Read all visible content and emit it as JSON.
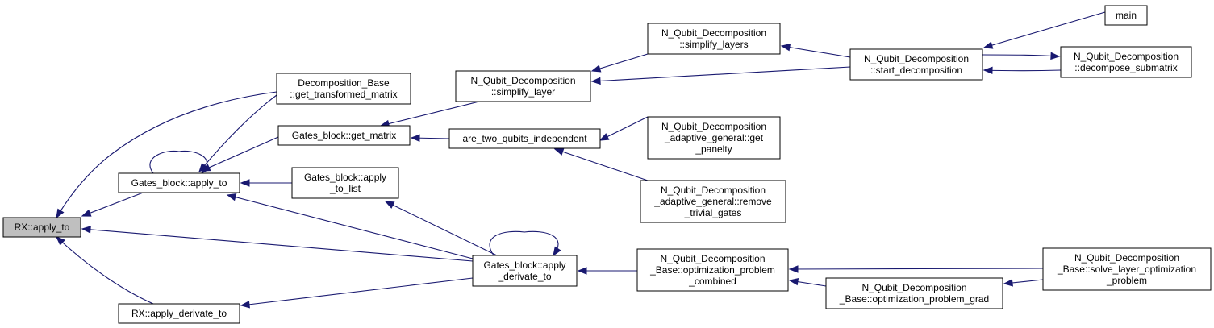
{
  "colors": {
    "edge": "#191970",
    "node_fill": "#ffffff",
    "node_border": "#000000",
    "focus_fill": "#bfbfbf"
  },
  "nodes": {
    "rx_apply_to": {
      "lines": [
        "RX::apply_to"
      ],
      "focus": true
    },
    "gates_block_apply_to": {
      "lines": [
        "Gates_block::apply_to"
      ]
    },
    "rx_apply_derivate_to": {
      "lines": [
        "RX::apply_derivate_to"
      ]
    },
    "decomposition_base_get_transformed_matrix": {
      "lines": [
        "Decomposition_Base",
        "::get_transformed_matrix"
      ]
    },
    "gates_block_get_matrix": {
      "lines": [
        "Gates_block::get_matrix"
      ]
    },
    "gates_block_apply_to_list": {
      "lines": [
        "Gates_block::apply",
        "_to_list"
      ]
    },
    "gates_block_apply_derivate_to": {
      "lines": [
        "Gates_block::apply",
        "_derivate_to"
      ]
    },
    "n_qubit_decomposition_simplify_layer": {
      "lines": [
        "N_Qubit_Decomposition",
        "::simplify_layer"
      ]
    },
    "are_two_qubits_independent": {
      "lines": [
        "are_two_qubits_independent"
      ]
    },
    "n_qubit_decomposition_simplify_layers": {
      "lines": [
        "N_Qubit_Decomposition",
        "::simplify_layers"
      ]
    },
    "n_qubit_decomposition_adaptive_general_get_panelty": {
      "lines": [
        "N_Qubit_Decomposition",
        "_adaptive_general::get",
        "_panelty"
      ]
    },
    "n_qubit_decomposition_adaptive_general_remove_trivial_gates": {
      "lines": [
        "N_Qubit_Decomposition",
        "_adaptive_general::remove",
        "_trivial_gates"
      ]
    },
    "n_qubit_decomposition_base_optimization_problem_combined": {
      "lines": [
        "N_Qubit_Decomposition",
        "_Base::optimization_problem",
        "_combined"
      ]
    },
    "n_qubit_decomposition_start_decomposition": {
      "lines": [
        "N_Qubit_Decomposition",
        "::start_decomposition"
      ]
    },
    "n_qubit_decomposition_base_optimization_problem_grad": {
      "lines": [
        "N_Qubit_Decomposition",
        "_Base::optimization_problem_grad"
      ]
    },
    "main": {
      "lines": [
        "main"
      ]
    },
    "n_qubit_decomposition_decompose_submatrix": {
      "lines": [
        "N_Qubit_Decomposition",
        "::decompose_submatrix"
      ]
    },
    "n_qubit_decomposition_base_solve_layer_optimization_problem": {
      "lines": [
        "N_Qubit_Decomposition",
        "_Base::solve_layer_optimization",
        "_problem"
      ]
    }
  },
  "edges": [
    {
      "from": "gates_block_apply_to",
      "to": "rx_apply_to"
    },
    {
      "from": "rx_apply_derivate_to",
      "to": "rx_apply_to"
    },
    {
      "from": "gates_block_apply_derivate_to",
      "to": "rx_apply_to"
    },
    {
      "from": "decomposition_base_get_transformed_matrix",
      "to": "rx_apply_to"
    },
    {
      "from": "gates_block_apply_to",
      "to": "gates_block_apply_to"
    },
    {
      "from": "decomposition_base_get_transformed_matrix",
      "to": "gates_block_apply_to"
    },
    {
      "from": "gates_block_get_matrix",
      "to": "gates_block_apply_to"
    },
    {
      "from": "gates_block_apply_to_list",
      "to": "gates_block_apply_to"
    },
    {
      "from": "gates_block_apply_derivate_to",
      "to": "gates_block_apply_to"
    },
    {
      "from": "n_qubit_decomposition_simplify_layer",
      "to": "gates_block_get_matrix"
    },
    {
      "from": "are_two_qubits_independent",
      "to": "gates_block_get_matrix"
    },
    {
      "from": "gates_block_apply_derivate_to",
      "to": "gates_block_apply_to_list"
    },
    {
      "from": "gates_block_apply_derivate_to",
      "to": "gates_block_apply_derivate_to"
    },
    {
      "from": "gates_block_apply_derivate_to",
      "to": "rx_apply_derivate_to"
    },
    {
      "from": "n_qubit_decomposition_base_optimization_problem_combined",
      "to": "gates_block_apply_derivate_to"
    },
    {
      "from": "n_qubit_decomposition_simplify_layers",
      "to": "n_qubit_decomposition_simplify_layer"
    },
    {
      "from": "n_qubit_decomposition_start_decomposition",
      "to": "n_qubit_decomposition_simplify_layer"
    },
    {
      "from": "n_qubit_decomposition_adaptive_general_get_panelty",
      "to": "are_two_qubits_independent"
    },
    {
      "from": "n_qubit_decomposition_adaptive_general_remove_trivial_gates",
      "to": "are_two_qubits_independent"
    },
    {
      "from": "n_qubit_decomposition_start_decomposition",
      "to": "n_qubit_decomposition_simplify_layers"
    },
    {
      "from": "main",
      "to": "n_qubit_decomposition_start_decomposition"
    },
    {
      "from": "n_qubit_decomposition_decompose_submatrix",
      "to": "n_qubit_decomposition_start_decomposition"
    },
    {
      "from": "n_qubit_decomposition_start_decomposition",
      "to": "n_qubit_decomposition_decompose_submatrix"
    },
    {
      "from": "n_qubit_decomposition_base_solve_layer_optimization_problem",
      "to": "n_qubit_decomposition_base_optimization_problem_combined"
    },
    {
      "from": "n_qubit_decomposition_base_optimization_problem_grad",
      "to": "n_qubit_decomposition_base_optimization_problem_combined"
    },
    {
      "from": "n_qubit_decomposition_base_solve_layer_optimization_problem",
      "to": "n_qubit_decomposition_base_optimization_problem_grad"
    }
  ]
}
